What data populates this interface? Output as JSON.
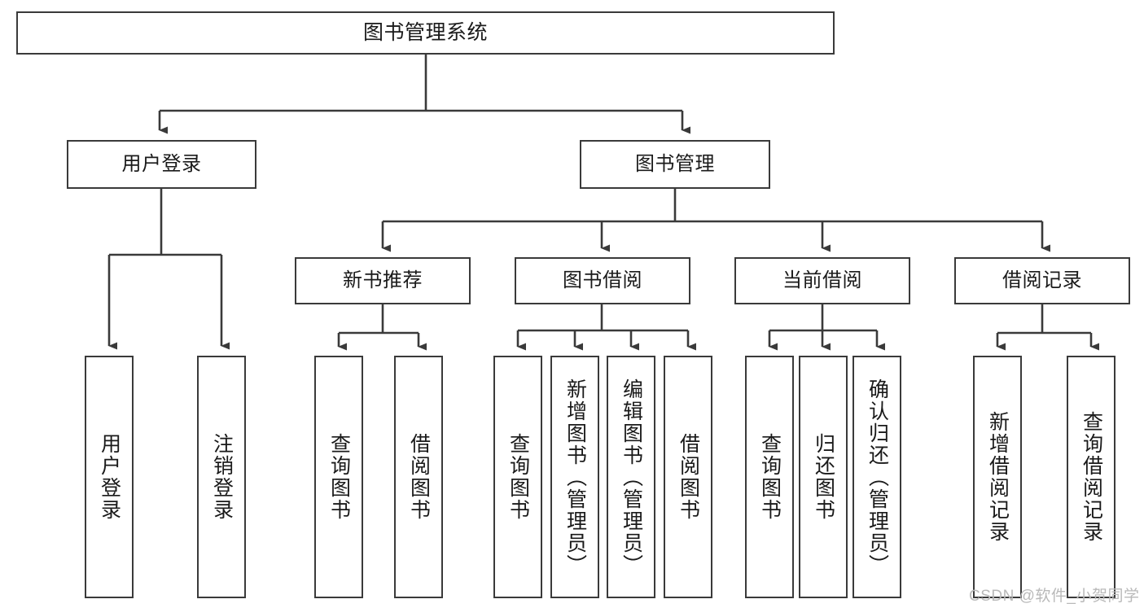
{
  "diagram": {
    "title": "图书管理系统",
    "type": "tree",
    "orientation": "top-down",
    "line_color": "#3a3a3a",
    "box_fill": "#ffffff",
    "text_color": "#1a1a1a",
    "watermark": "CSDN @软件_小贺同学",
    "watermark_color": "#b9b9b9",
    "nodes": {
      "root": {
        "label": "图书管理系统",
        "level": 1,
        "text_direction": "horizontal"
      },
      "user_login": {
        "label": "用户登录",
        "level": 2,
        "text_direction": "horizontal"
      },
      "book_manage": {
        "label": "图书管理",
        "level": 2,
        "text_direction": "horizontal"
      },
      "new_book_rec": {
        "label": "新书推荐",
        "level": 3,
        "text_direction": "horizontal"
      },
      "book_borrow": {
        "label": "图书借阅",
        "level": 3,
        "text_direction": "horizontal"
      },
      "current_borrow": {
        "label": "当前借阅",
        "level": 3,
        "text_direction": "horizontal"
      },
      "borrow_record": {
        "label": "借阅记录",
        "level": 3,
        "text_direction": "horizontal"
      },
      "leaf_user_login": {
        "label": "用户登录",
        "level": 4,
        "text_direction": "vertical"
      },
      "leaf_logout": {
        "label": "注销登录",
        "level": 4,
        "text_direction": "vertical"
      },
      "leaf_query_book_1": {
        "label": "查询图书",
        "level": 4,
        "text_direction": "vertical"
      },
      "leaf_borrow_book_1": {
        "label": "借阅图书",
        "level": 4,
        "text_direction": "vertical"
      },
      "leaf_query_book_2": {
        "label": "查询图书",
        "level": 4,
        "text_direction": "vertical"
      },
      "leaf_add_book": {
        "label": "新增图书（管理员）",
        "level": 4,
        "text_direction": "vertical"
      },
      "leaf_edit_book": {
        "label": "编辑图书（管理员）",
        "level": 4,
        "text_direction": "vertical"
      },
      "leaf_borrow_book_2": {
        "label": "借阅图书",
        "level": 4,
        "text_direction": "vertical"
      },
      "leaf_query_book_3": {
        "label": "查询图书",
        "level": 4,
        "text_direction": "vertical"
      },
      "leaf_return_book": {
        "label": "归还图书",
        "level": 4,
        "text_direction": "vertical"
      },
      "leaf_confirm_return": {
        "label": "确认归还（管理员）",
        "level": 4,
        "text_direction": "vertical"
      },
      "leaf_add_record": {
        "label": "新增借阅记录",
        "level": 4,
        "text_direction": "vertical"
      },
      "leaf_query_record": {
        "label": "查询借阅记录",
        "level": 4,
        "text_direction": "vertical"
      }
    },
    "edges": [
      {
        "from": "root",
        "to": "user_login"
      },
      {
        "from": "root",
        "to": "book_manage"
      },
      {
        "from": "user_login",
        "to": "leaf_user_login"
      },
      {
        "from": "user_login",
        "to": "leaf_logout"
      },
      {
        "from": "book_manage",
        "to": "new_book_rec"
      },
      {
        "from": "book_manage",
        "to": "book_borrow"
      },
      {
        "from": "book_manage",
        "to": "current_borrow"
      },
      {
        "from": "book_manage",
        "to": "borrow_record"
      },
      {
        "from": "new_book_rec",
        "to": "leaf_query_book_1"
      },
      {
        "from": "new_book_rec",
        "to": "leaf_borrow_book_1"
      },
      {
        "from": "book_borrow",
        "to": "leaf_query_book_2"
      },
      {
        "from": "book_borrow",
        "to": "leaf_add_book"
      },
      {
        "from": "book_borrow",
        "to": "leaf_edit_book"
      },
      {
        "from": "book_borrow",
        "to": "leaf_borrow_book_2"
      },
      {
        "from": "current_borrow",
        "to": "leaf_query_book_3"
      },
      {
        "from": "current_borrow",
        "to": "leaf_return_book"
      },
      {
        "from": "current_borrow",
        "to": "leaf_confirm_return"
      },
      {
        "from": "borrow_record",
        "to": "leaf_add_record"
      },
      {
        "from": "borrow_record",
        "to": "leaf_query_record"
      }
    ]
  }
}
